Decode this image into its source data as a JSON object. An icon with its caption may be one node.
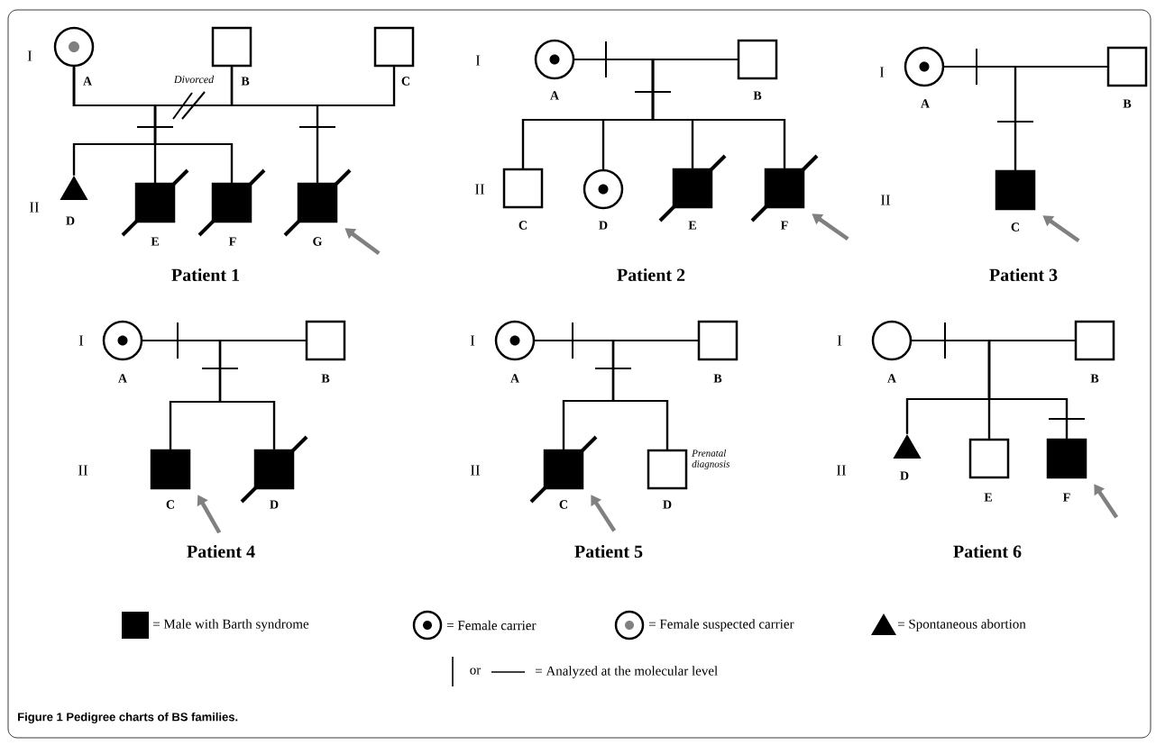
{
  "diagram": {
    "caption": "Figure 1 Pedigree charts of BS families.",
    "nodes": [
      {
        "text": [
          "A"
        ]
      },
      {
        "text": [
          "B"
        ]
      },
      {
        "text": [
          "C"
        ]
      },
      {
        "text": [
          "D"
        ]
      },
      {
        "text": [
          "E"
        ]
      },
      {
        "text": [
          "F"
        ]
      },
      {
        "text": [
          "G"
        ]
      },
      {
        "text": [
          "A"
        ]
      },
      {
        "text": [
          "B"
        ]
      },
      {
        "text": [
          "C"
        ]
      },
      {
        "text": [
          "D"
        ]
      },
      {
        "text": [
          "E"
        ]
      },
      {
        "text": [
          "F"
        ]
      },
      {
        "text": [
          "A"
        ]
      },
      {
        "text": [
          "B"
        ]
      },
      {
        "text": [
          "C"
        ]
      },
      {
        "text": [
          "A"
        ]
      },
      {
        "text": [
          "B"
        ]
      },
      {
        "text": [
          "C"
        ]
      },
      {
        "text": [
          "D"
        ]
      },
      {
        "text": [
          "A"
        ]
      },
      {
        "text": [
          "B"
        ]
      },
      {
        "text": [
          "C"
        ]
      },
      {
        "text": [
          "D"
        ],
        "beside": [
          "Prenatal diagnosis"
        ]
      },
      {
        "text": [
          "A"
        ]
      },
      {
        "text": [
          "B"
        ]
      },
      {
        "text": [
          "D"
        ]
      },
      {
        "text": [
          "E"
        ]
      },
      {
        "text": [
          "F"
        ]
      }
    ],
    "edges": [
      {
        "from": 0,
        "to": 1,
        "arrow": "none",
        "label": "Divorced"
      },
      {
        "from": 0,
        "to": 2,
        "arrow": "none"
      },
      {
        "from": 0,
        "to": 3,
        "arrow": "none"
      },
      {
        "from": 1,
        "to": 3,
        "arrow": "none"
      },
      {
        "from": 0,
        "to": 4,
        "arrow": "none"
      },
      {
        "from": 1,
        "to": 4,
        "arrow": "none"
      },
      {
        "from": 0,
        "to": 5,
        "arrow": "none"
      },
      {
        "from": 1,
        "to": 5,
        "arrow": "none"
      },
      {
        "from": 0,
        "to": 6,
        "arrow": "none"
      },
      {
        "from": 2,
        "to": 6,
        "arrow": "none"
      },
      {
        "from": 7,
        "to": 8,
        "arrow": "none"
      },
      {
        "from": 7,
        "to": 9,
        "arrow": "none"
      },
      {
        "from": 8,
        "to": 9,
        "arrow": "none"
      },
      {
        "from": 7,
        "to": 10,
        "arrow": "none"
      },
      {
        "from": 8,
        "to": 10,
        "arrow": "none"
      },
      {
        "from": 7,
        "to": 11,
        "arrow": "none"
      },
      {
        "from": 8,
        "to": 11,
        "arrow": "none"
      },
      {
        "from": 7,
        "to": 12,
        "arrow": "none"
      },
      {
        "from": 8,
        "to": 12,
        "arrow": "none"
      },
      {
        "from": 13,
        "to": 14,
        "arrow": "none"
      },
      {
        "from": 13,
        "to": 15,
        "arrow": "none"
      },
      {
        "from": 14,
        "to": 15,
        "arrow": "none"
      },
      {
        "from": 16,
        "to": 17,
        "arrow": "none"
      },
      {
        "from": 16,
        "to": 18,
        "arrow": "none"
      },
      {
        "from": 17,
        "to": 18,
        "arrow": "none"
      },
      {
        "from": 16,
        "to": 19,
        "arrow": "none"
      },
      {
        "from": 17,
        "to": 19,
        "arrow": "none"
      },
      {
        "from": 20,
        "to": 21,
        "arrow": "none"
      },
      {
        "from": 20,
        "to": 22,
        "arrow": "none"
      },
      {
        "from": 21,
        "to": 22,
        "arrow": "none"
      },
      {
        "from": 20,
        "to": 23,
        "arrow": "none"
      },
      {
        "from": 21,
        "to": 23,
        "arrow": "none"
      },
      {
        "from": 24,
        "to": 25,
        "arrow": "none"
      },
      {
        "from": 24,
        "to": 26,
        "arrow": "none"
      },
      {
        "from": 25,
        "to": 26,
        "arrow": "none"
      },
      {
        "from": 24,
        "to": 27,
        "arrow": "none"
      },
      {
        "from": 25,
        "to": 27,
        "arrow": "none"
      },
      {
        "from": 24,
        "to": 28,
        "arrow": "none"
      },
      {
        "from": 25,
        "to": 28,
        "arrow": "none"
      },
      {
        "from": null,
        "to": 6,
        "arrow": "to",
        "style": "thick",
        "color": "#808080"
      },
      {
        "from": null,
        "to": 12,
        "arrow": "to",
        "style": "thick",
        "color": "#808080"
      },
      {
        "from": null,
        "to": 15,
        "arrow": "to",
        "style": "thick",
        "color": "#808080"
      },
      {
        "from": null,
        "to": 18,
        "arrow": "to",
        "style": "thick",
        "color": "#808080"
      },
      {
        "from": null,
        "to": 22,
        "arrow": "to",
        "style": "thick",
        "color": "#808080"
      },
      {
        "from": null,
        "to": 28,
        "arrow": "to",
        "style": "thick",
        "color": "#808080"
      }
    ],
    "labels": [
      "I",
      "II",
      "Patient 1",
      "I",
      "II",
      "Patient 2",
      "I",
      "II",
      "Patient 3",
      "I",
      "II",
      "Patient 4",
      "I",
      "II",
      "Patient 5",
      "I",
      "II",
      "Patient 6",
      "or"
    ],
    "legend": [
      {
        "text": "= Male with Barth syndrome"
      },
      {
        "text": "= Female carrier"
      },
      {
        "text": "= Female suspected carrier"
      },
      {
        "text": "= Spontaneous abortion"
      },
      {
        "text": "= Analyzed at the molecular level"
      }
    ]
  }
}
